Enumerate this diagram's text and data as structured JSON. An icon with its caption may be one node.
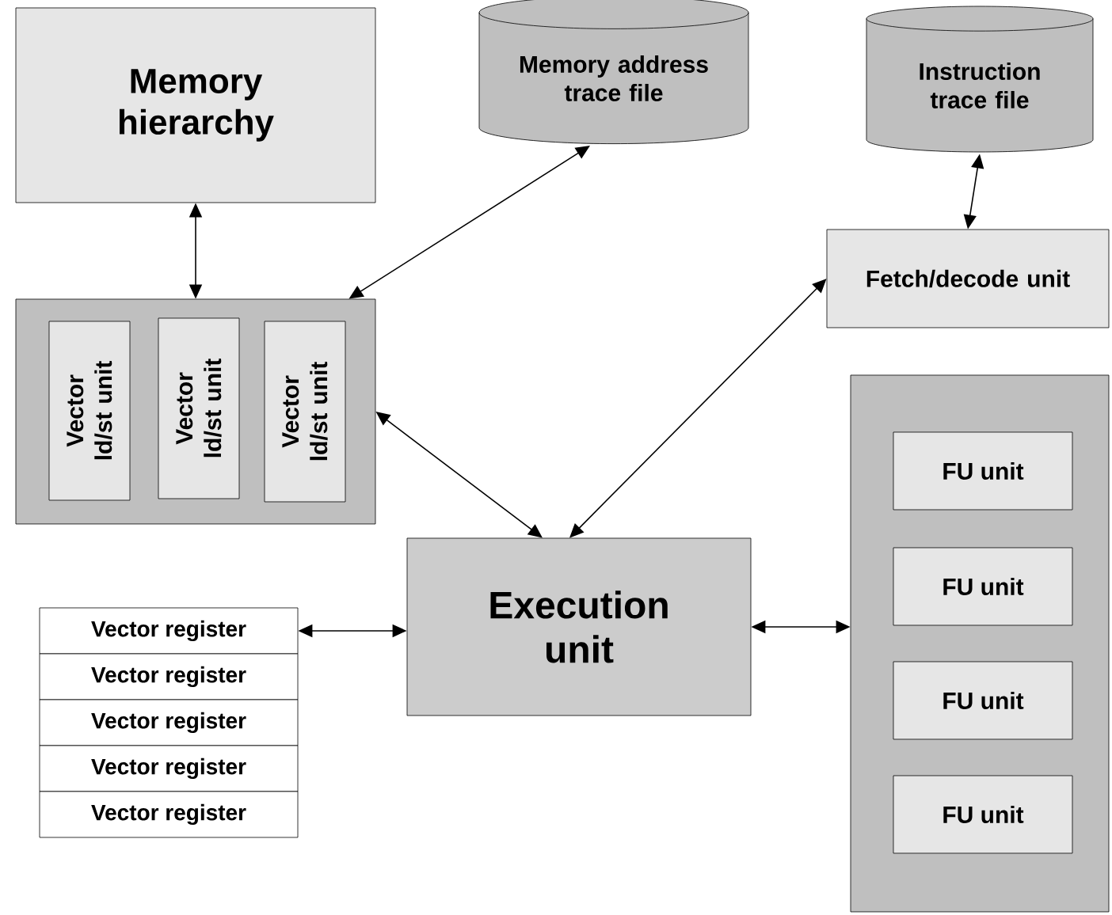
{
  "diagram": {
    "nodes": [
      {
        "text": [
          "Memory hierarchy"
        ]
      },
      {
        "text": [
          "Memory address trace file"
        ]
      },
      {
        "text": [
          "Instruction trace file"
        ]
      },
      {
        "text": [
          "Fetch/decode unit"
        ]
      },
      {
        "text": [],
        "shape": "box"
      },
      {
        "text": [
          "Vector ld/st unit"
        ],
        "in": 4
      },
      {
        "text": [
          "Vector ld/st unit"
        ],
        "in": 4
      },
      {
        "text": [
          "Vector ld/st unit"
        ],
        "in": 4
      },
      {
        "text": [],
        "shape": "box"
      },
      {
        "text": [
          "FU unit"
        ],
        "in": 8
      },
      {
        "text": [
          "FU unit"
        ],
        "in": 8
      },
      {
        "text": [
          "FU unit"
        ],
        "in": 8
      },
      {
        "text": [
          "FU unit"
        ],
        "in": 8
      },
      {
        "text": [
          "Execution unit"
        ]
      },
      {
        "text": [
          "Vector register"
        ]
      },
      {
        "text": [
          "Vector register"
        ]
      },
      {
        "text": [
          "Vector register"
        ]
      },
      {
        "text": [
          "Vector register"
        ]
      },
      {
        "text": [
          "Vector register"
        ]
      }
    ],
    "edges": [
      {
        "from": 0,
        "to": 4,
        "arrow": "both"
      },
      {
        "from": 1,
        "to": 4,
        "arrow": "both"
      },
      {
        "from": 2,
        "to": 3,
        "arrow": "both"
      },
      {
        "from": 3,
        "to": 13,
        "arrow": "both"
      },
      {
        "from": 4,
        "to": 13,
        "arrow": "both"
      },
      {
        "from": 14,
        "to": 13,
        "arrow": "both"
      },
      {
        "from": 13,
        "to": 8,
        "arrow": "both"
      }
    ]
  }
}
